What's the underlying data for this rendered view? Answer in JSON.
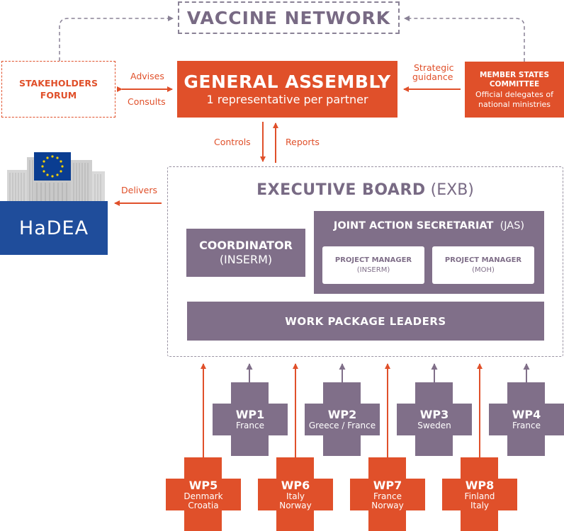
{
  "colors": {
    "orange": "#e0502a",
    "purple": "#806f89",
    "purple_dark": "#786a84",
    "hadea_blue": "#1f4d9b",
    "eu_blue": "#1f4d9b",
    "eu_star": "#f5d000"
  },
  "vaccine_network": {
    "label": "VACCINE NETWORK"
  },
  "stakeholders_forum": {
    "line1": "STAKEHOLDERS",
    "line2": "FORUM"
  },
  "general_assembly": {
    "title": "GENERAL ASSEMBLY",
    "subtitle": "1 representative per partner"
  },
  "member_states": {
    "line1": "MEMBER STATES",
    "line2": "COMMITTEE",
    "line3": "Official delegates of",
    "line4": "national ministries"
  },
  "edges": {
    "advises": "Advises",
    "consults": "Consults",
    "strategic_1": "Strategic",
    "strategic_2": "guidance",
    "controls": "Controls",
    "reports": "Reports",
    "delivers": "Delivers"
  },
  "hadea": {
    "label": "HaDEA",
    "logo_icon": "eu-flag-icon"
  },
  "executive_board": {
    "title": "EXECUTIVE BOARD",
    "abbr": "(EXB)"
  },
  "coordinator": {
    "title": "COORDINATOR",
    "org": "(INSERM)"
  },
  "jas": {
    "title": "JOINT ACTION SECRETARIAT",
    "abbr": "(JAS)",
    "managers": [
      {
        "title": "PROJECT MANAGER",
        "org": "(INSERM)"
      },
      {
        "title": "PROJECT MANAGER",
        "org": "(MOH)"
      }
    ]
  },
  "wp_leaders": {
    "label": "WORK PACKAGE LEADERS"
  },
  "work_packages": [
    {
      "code": "WP1",
      "line1": "France",
      "line2": "",
      "color": "purple"
    },
    {
      "code": "WP2",
      "line1": "Greece / France",
      "line2": "",
      "color": "purple"
    },
    {
      "code": "WP3",
      "line1": "Sweden",
      "line2": "",
      "color": "purple"
    },
    {
      "code": "WP4",
      "line1": "France",
      "line2": "",
      "color": "purple"
    },
    {
      "code": "WP5",
      "line1": "Denmark",
      "line2": "Croatia",
      "color": "orange"
    },
    {
      "code": "WP6",
      "line1": "Italy",
      "line2": "Norway",
      "color": "orange"
    },
    {
      "code": "WP7",
      "line1": "France",
      "line2": "Norway",
      "color": "orange"
    },
    {
      "code": "WP8",
      "line1": "Finland",
      "line2": "Italy",
      "color": "orange"
    }
  ]
}
